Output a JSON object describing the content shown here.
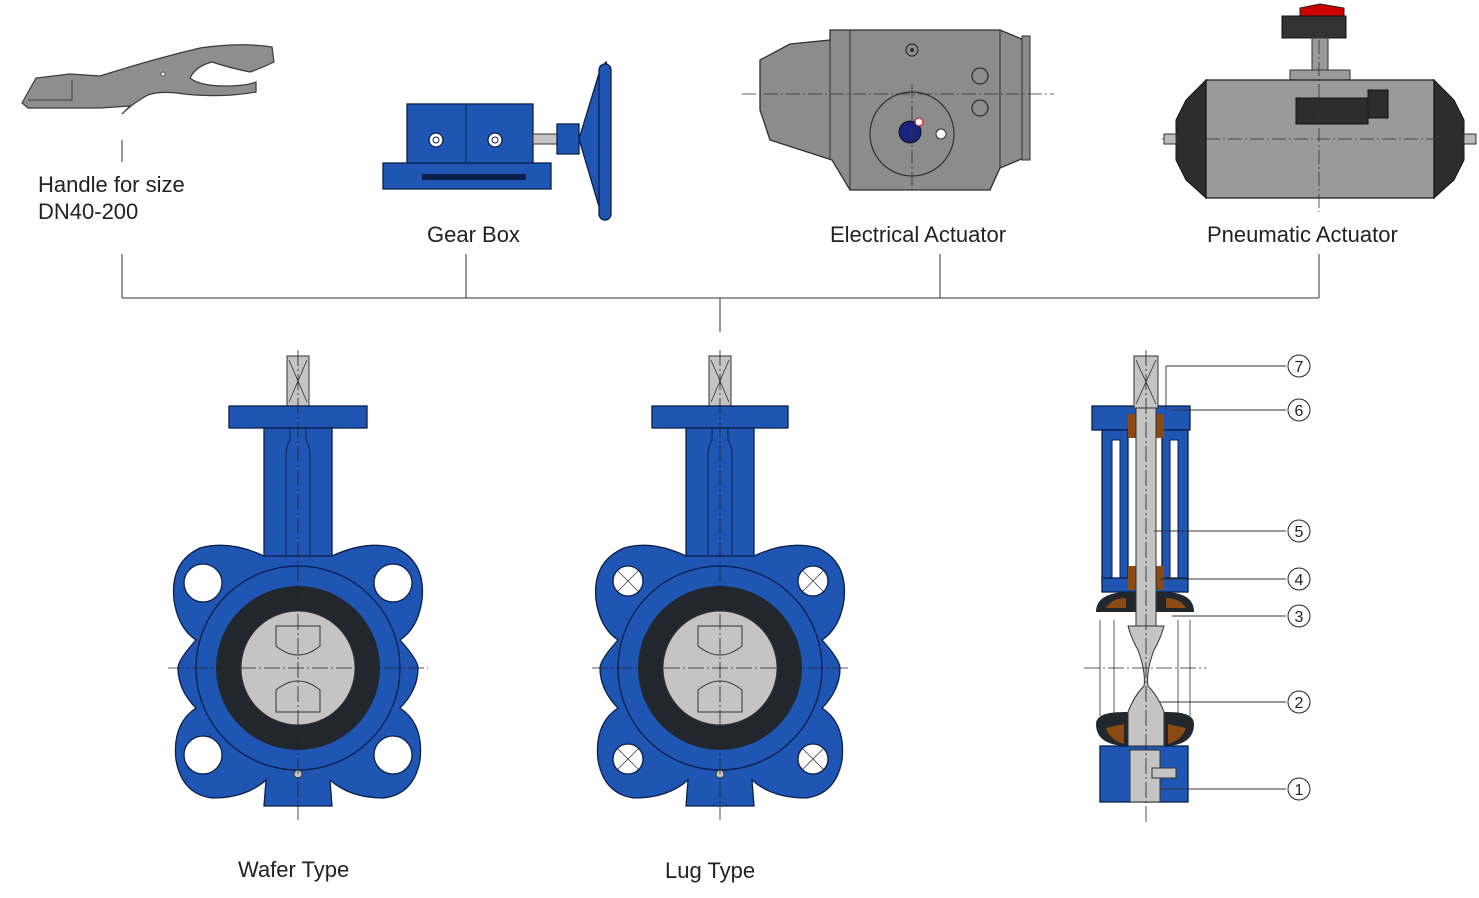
{
  "accessories": {
    "handle": {
      "line1": "Handle for size",
      "line2": "DN40-200"
    },
    "gear_box": "Gear Box",
    "electrical_actuator": "Electrical Actuator",
    "pneumatic_actuator": "Pneumatic Actuator"
  },
  "valves": {
    "wafer": "Wafer Type",
    "lug": "Lug Type"
  },
  "part_numbers": [
    "7",
    "6",
    "5",
    "4",
    "3",
    "2",
    "1"
  ],
  "colors": {
    "body_blue": "#1f56b4",
    "body_outline": "#0b1f4a",
    "liner_dark": "#22272e",
    "disc_gray": "#c4c4c4",
    "actuator_gray": "#8c8c8c",
    "bushing_brown": "#8a4a12"
  }
}
